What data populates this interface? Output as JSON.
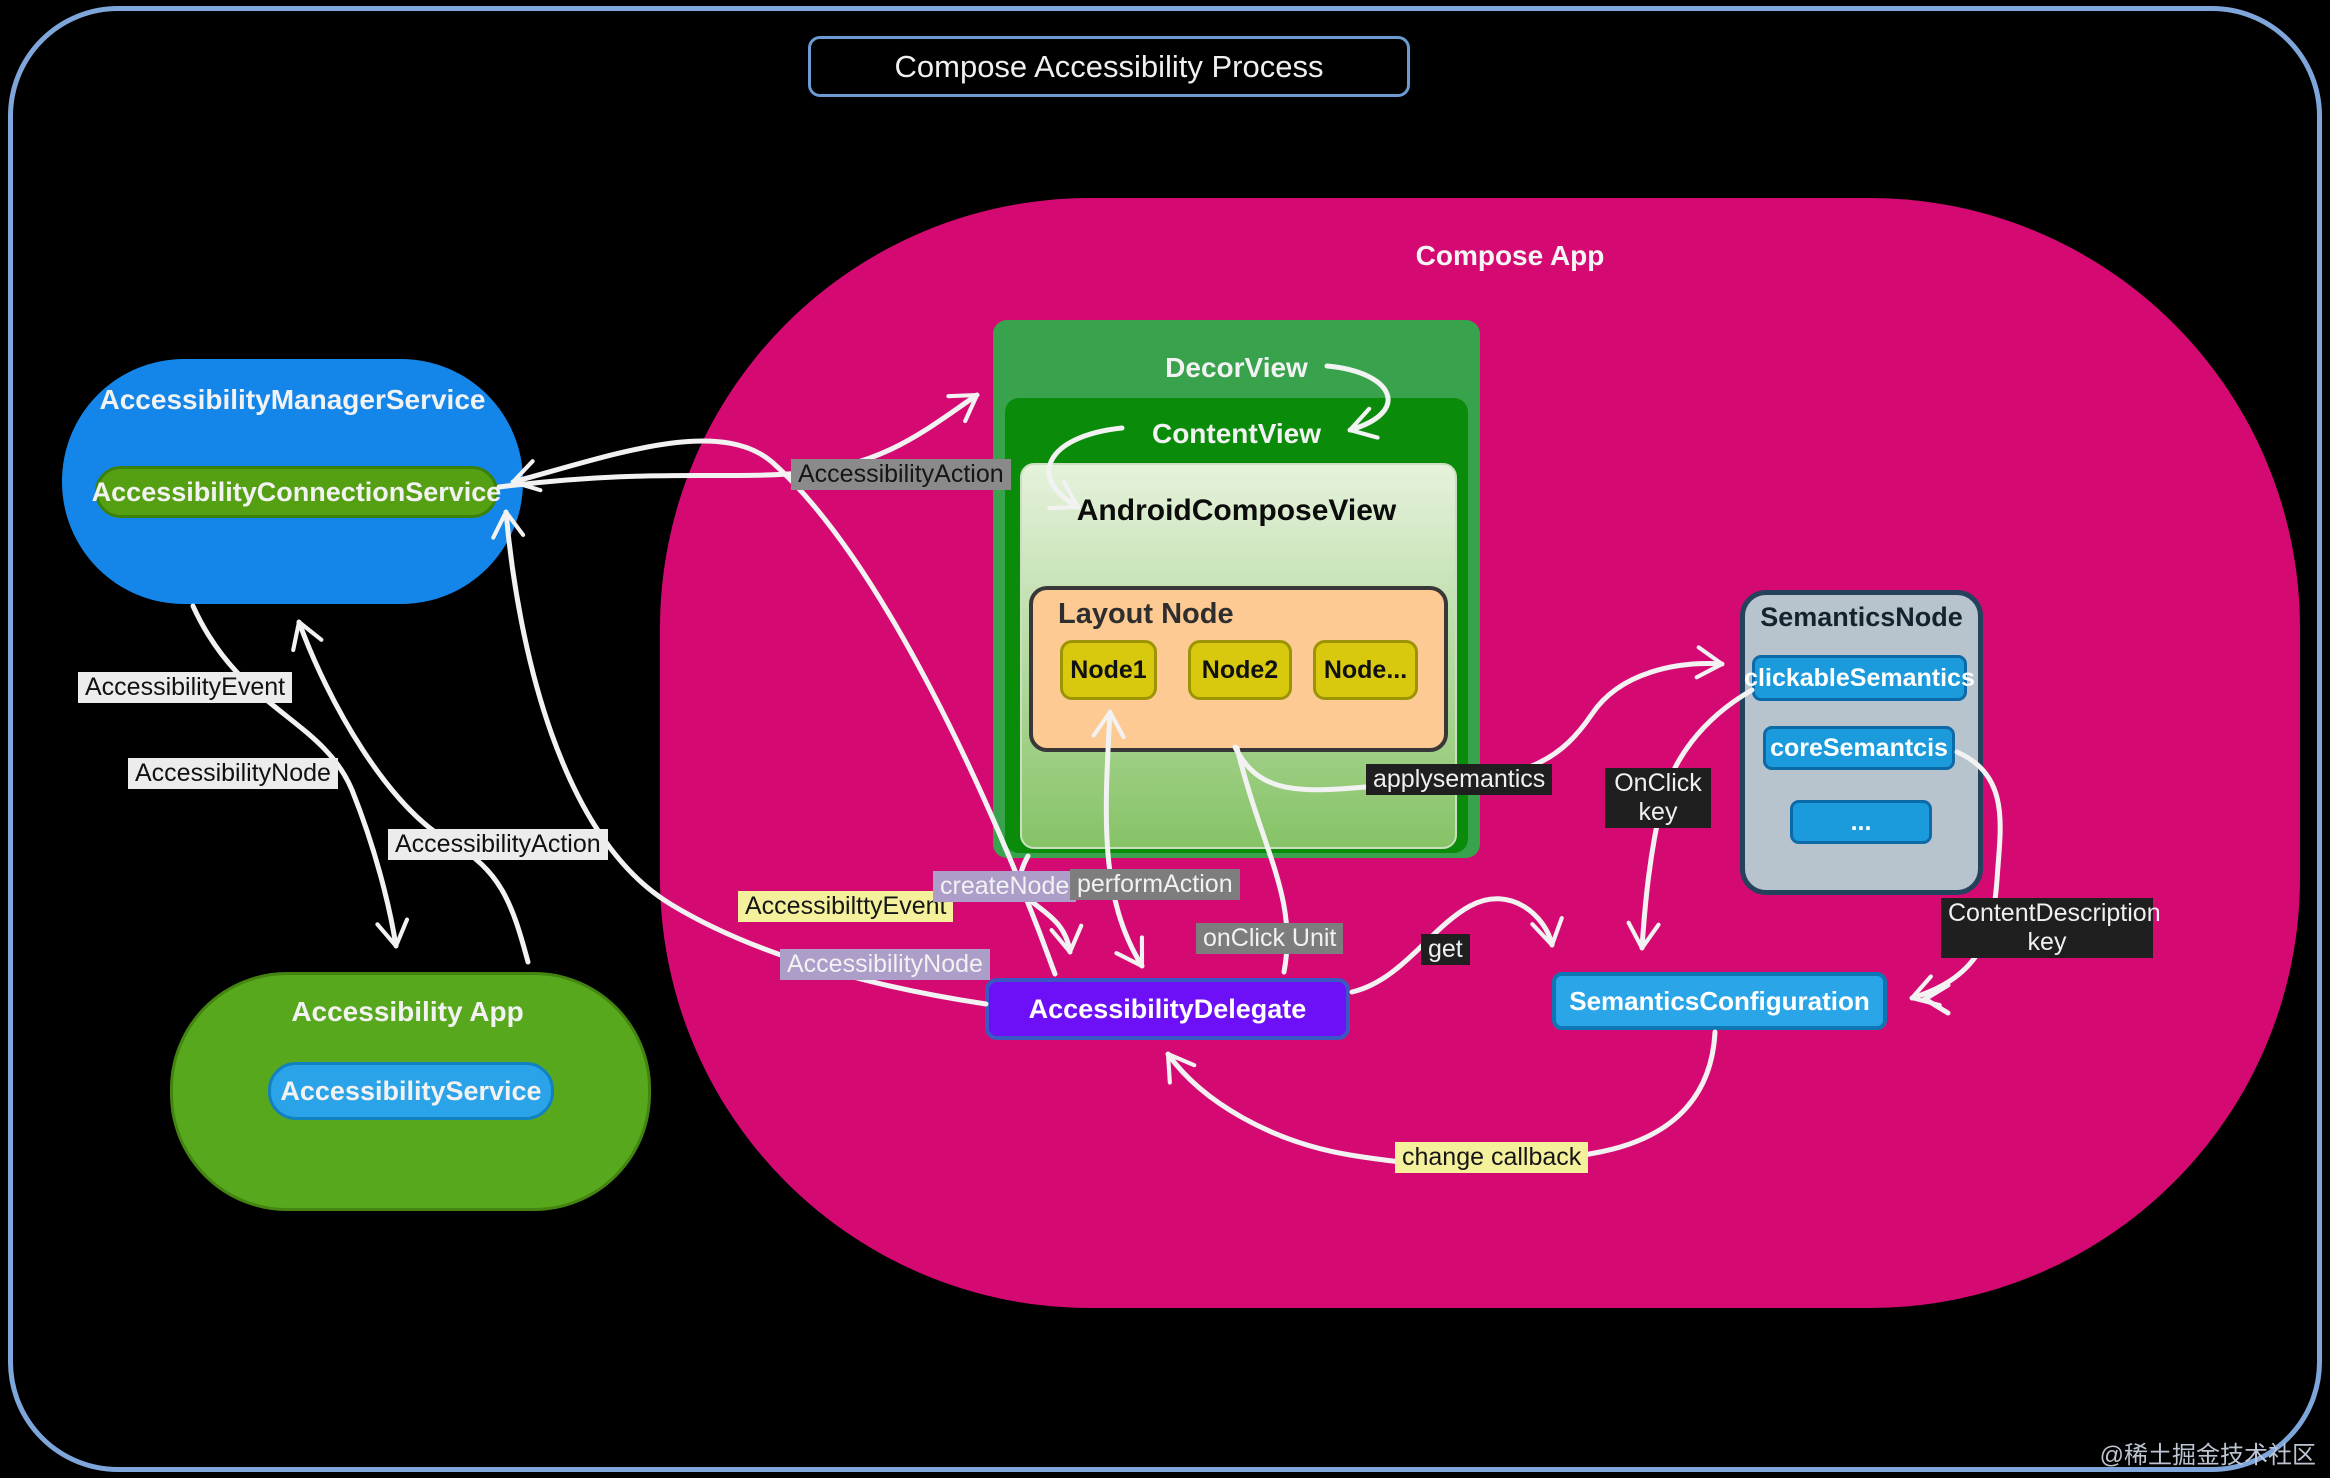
{
  "title": "Compose Accessibility Process",
  "watermark": "@稀土掘金技术社区",
  "left_side": {
    "manager": {
      "title": "AccessibilityManagerService",
      "pill": "AccessibilityConnectionService"
    },
    "app": {
      "title": "Accessibility App",
      "pill": "AccessibilityService"
    },
    "labels": {
      "event": "AccessibilityEvent",
      "node": "AccessibilityNode",
      "action": "AccessibilityAction"
    }
  },
  "compose_app": {
    "title": "Compose App",
    "decor_view": "DecorView",
    "content_view": "ContentView",
    "android_compose_view": "AndroidComposeView",
    "layout_node": {
      "title": "Layout Node",
      "nodes": [
        "Node1",
        "Node2",
        "Node..."
      ]
    },
    "semantics_node": {
      "title": "SemanticsNode",
      "buttons": [
        "clickableSemantics",
        "coreSemantcis",
        "..."
      ]
    },
    "delegate": "AccessibilityDelegate",
    "config": "SemanticsConfiguration",
    "labels": {
      "accessibility_action": "AccessibilityAction",
      "create_node": "createNode",
      "perform_action": "performAction",
      "on_click_unit": "onClick Unit",
      "accessibility_event": "AccessibilttyEvent",
      "accessibility_node": "AccessibilityNode",
      "apply_semantics": "applysemantics",
      "on_click_key": "OnClick key",
      "get": "get",
      "content_description_key": "ContentDescription key",
      "change_callback": "change callback"
    }
  },
  "colors": {
    "background": "#000000",
    "frame_border": "#7ea6db",
    "pink_blob": "#d40a72",
    "blue_blob": "#1486ea",
    "green_blob": "#57a81d",
    "green_pill": "#55a012",
    "blue_pill": "#2ba3e8",
    "decor_green": "#38a34c",
    "content_green": "#0a8c0a",
    "layout_orange": "#fcca92",
    "node_yellow": "#d8c90f",
    "semantics_gray": "#b7c3cd",
    "button_blue": "#1b9bdb",
    "delegate_purple": "#6e10f7",
    "config_blue": "#2aa6e8",
    "arrow": "#f2f2f2"
  }
}
